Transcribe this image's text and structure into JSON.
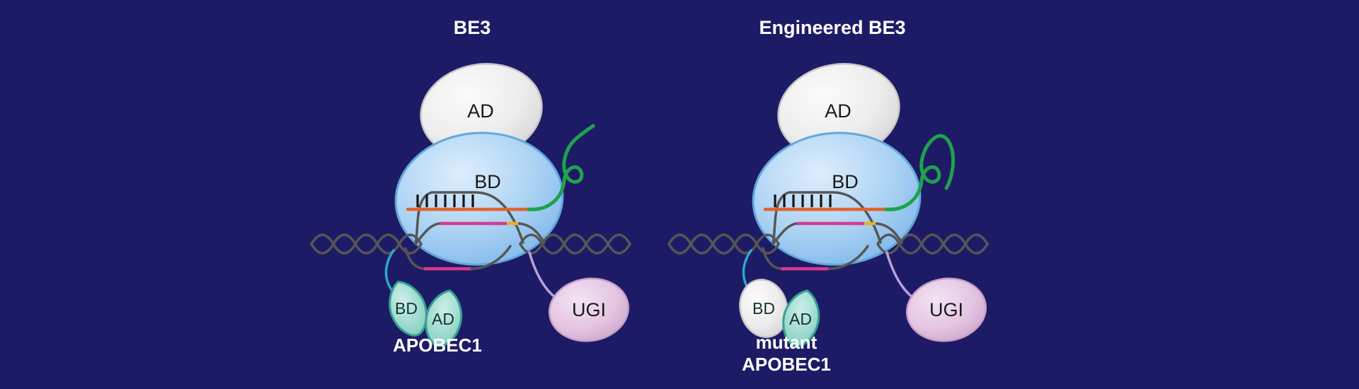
{
  "figure": {
    "background_color": "#1e1b66",
    "panels": [
      {
        "title": "BE3",
        "cas9": {
          "ad_label": "AD",
          "bd_label": "BD"
        },
        "deaminase": {
          "bd_label": "BD",
          "ad_label": "AD",
          "name_lines": [
            "APOBEC1"
          ],
          "bd_mutated": false
        },
        "ugi_label": "UGI"
      },
      {
        "title": "Engineered BE3",
        "cas9": {
          "ad_label": "AD",
          "bd_label": "BD"
        },
        "deaminase": {
          "bd_label": "BD",
          "ad_label": "AD",
          "name_lines": [
            "mutant",
            "APOBEC1"
          ],
          "bd_mutated": true
        },
        "ugi_label": "UGI"
      }
    ],
    "colors": {
      "cas9_body_fill": "#aed4f4",
      "cas9_body_outline": "#63a7dc",
      "ad_domain_fill": "#ededed",
      "ad_domain_outline": "#c6c6c6",
      "sgrna_scaffold_green": "#1ea24c",
      "sgrna_spacer_orange": "#e2622b",
      "dna_gray": "#565656",
      "base_pair_ticks_black": "#141414",
      "edited_segment_pink": "#d83a8e",
      "pam_yellow": "#e8b31e",
      "apobec_fill_teal": "#9cdacd",
      "apobec_outline_teal": "#36a092",
      "ugi_fill_pink": "#e3c4e1",
      "ugi_outline": "#c6a0c6",
      "linker_cyan": "#2ba8ca",
      "linker_lavender": "#b4a2d6",
      "title_text": "#ffffff",
      "domain_text": "#1a1a1a"
    }
  }
}
